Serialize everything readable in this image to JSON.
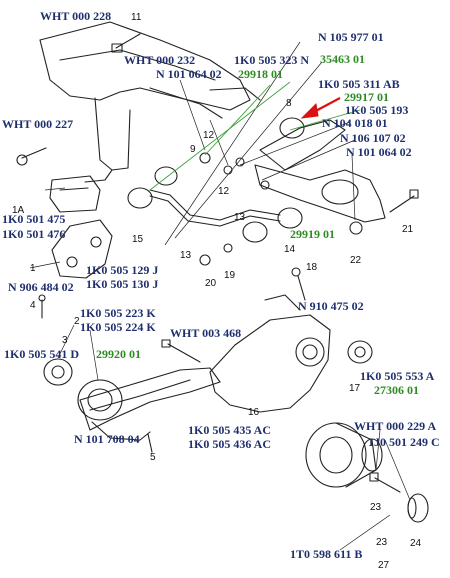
{
  "colors": {
    "part_number_text": "#1f2f6e",
    "alt_number_text": "#2e8b24",
    "drawing_line": "#222222",
    "leader_green": "#3aa23a",
    "arrow_red": "#dd1111"
  },
  "labels": {
    "wht000228": "WHT 000 228",
    "wht000232": "WHT 000 232",
    "n10106402_top": "N 101 064 02",
    "k505323n": "1K0 505 323 N",
    "g29918": "29918 01",
    "n10597701": "N 105 977 01",
    "g35463": "35463 01",
    "k505311ab": "1K0 505 311 AB",
    "g29917": "29917 01",
    "k505193": "1K0 505 193",
    "n10401801": "N 104 018 01",
    "n10610702": "N 106 107 02",
    "n10106402_right": "N 101 064 02",
    "wht000227": "WHT 000 227",
    "k501475": "1K0 501 475",
    "k501476": "1K0 501 476",
    "g29919": "29919 01",
    "k505129j": "1K0 505 129 J",
    "k505130j": "1K0 505 130 J",
    "n90648402": "N 906 484 02",
    "n91047502": "N 910 475 02",
    "k505223k": "1K0 505 223 K",
    "k505224k": "1K0 505 224 K",
    "wht003468": "WHT 003 468",
    "k505541d": "1K0 505 541 D",
    "g29920": "29920 01",
    "k505553a": "1K0 505 553 A",
    "g27306": "27306 01",
    "n10170804": "N 101 708 04",
    "k505435ac": "1K0 505 435 AC",
    "k505436ac": "1K0 505 436 AC",
    "wht000229a": "WHT 000 229 A",
    "j501249c": "1J0 501 249 C",
    "t598611b": "1T0 598 611 B"
  },
  "callouts": {
    "c11": "11",
    "c8": "8",
    "c12a": "12",
    "c9": "9",
    "c12b": "12",
    "c13a": "13",
    "c15": "15",
    "c13b": "13",
    "c14": "14",
    "c19": "19",
    "c20": "20",
    "c21": "21",
    "c22": "22",
    "c1a": "1A",
    "c1": "1",
    "c4": "4",
    "c18": "18",
    "c2": "2",
    "c3": "3",
    "c5": "5",
    "c16": "16",
    "c17": "17",
    "c23a": "23",
    "c23b": "23",
    "c24": "24",
    "c27": "27"
  }
}
